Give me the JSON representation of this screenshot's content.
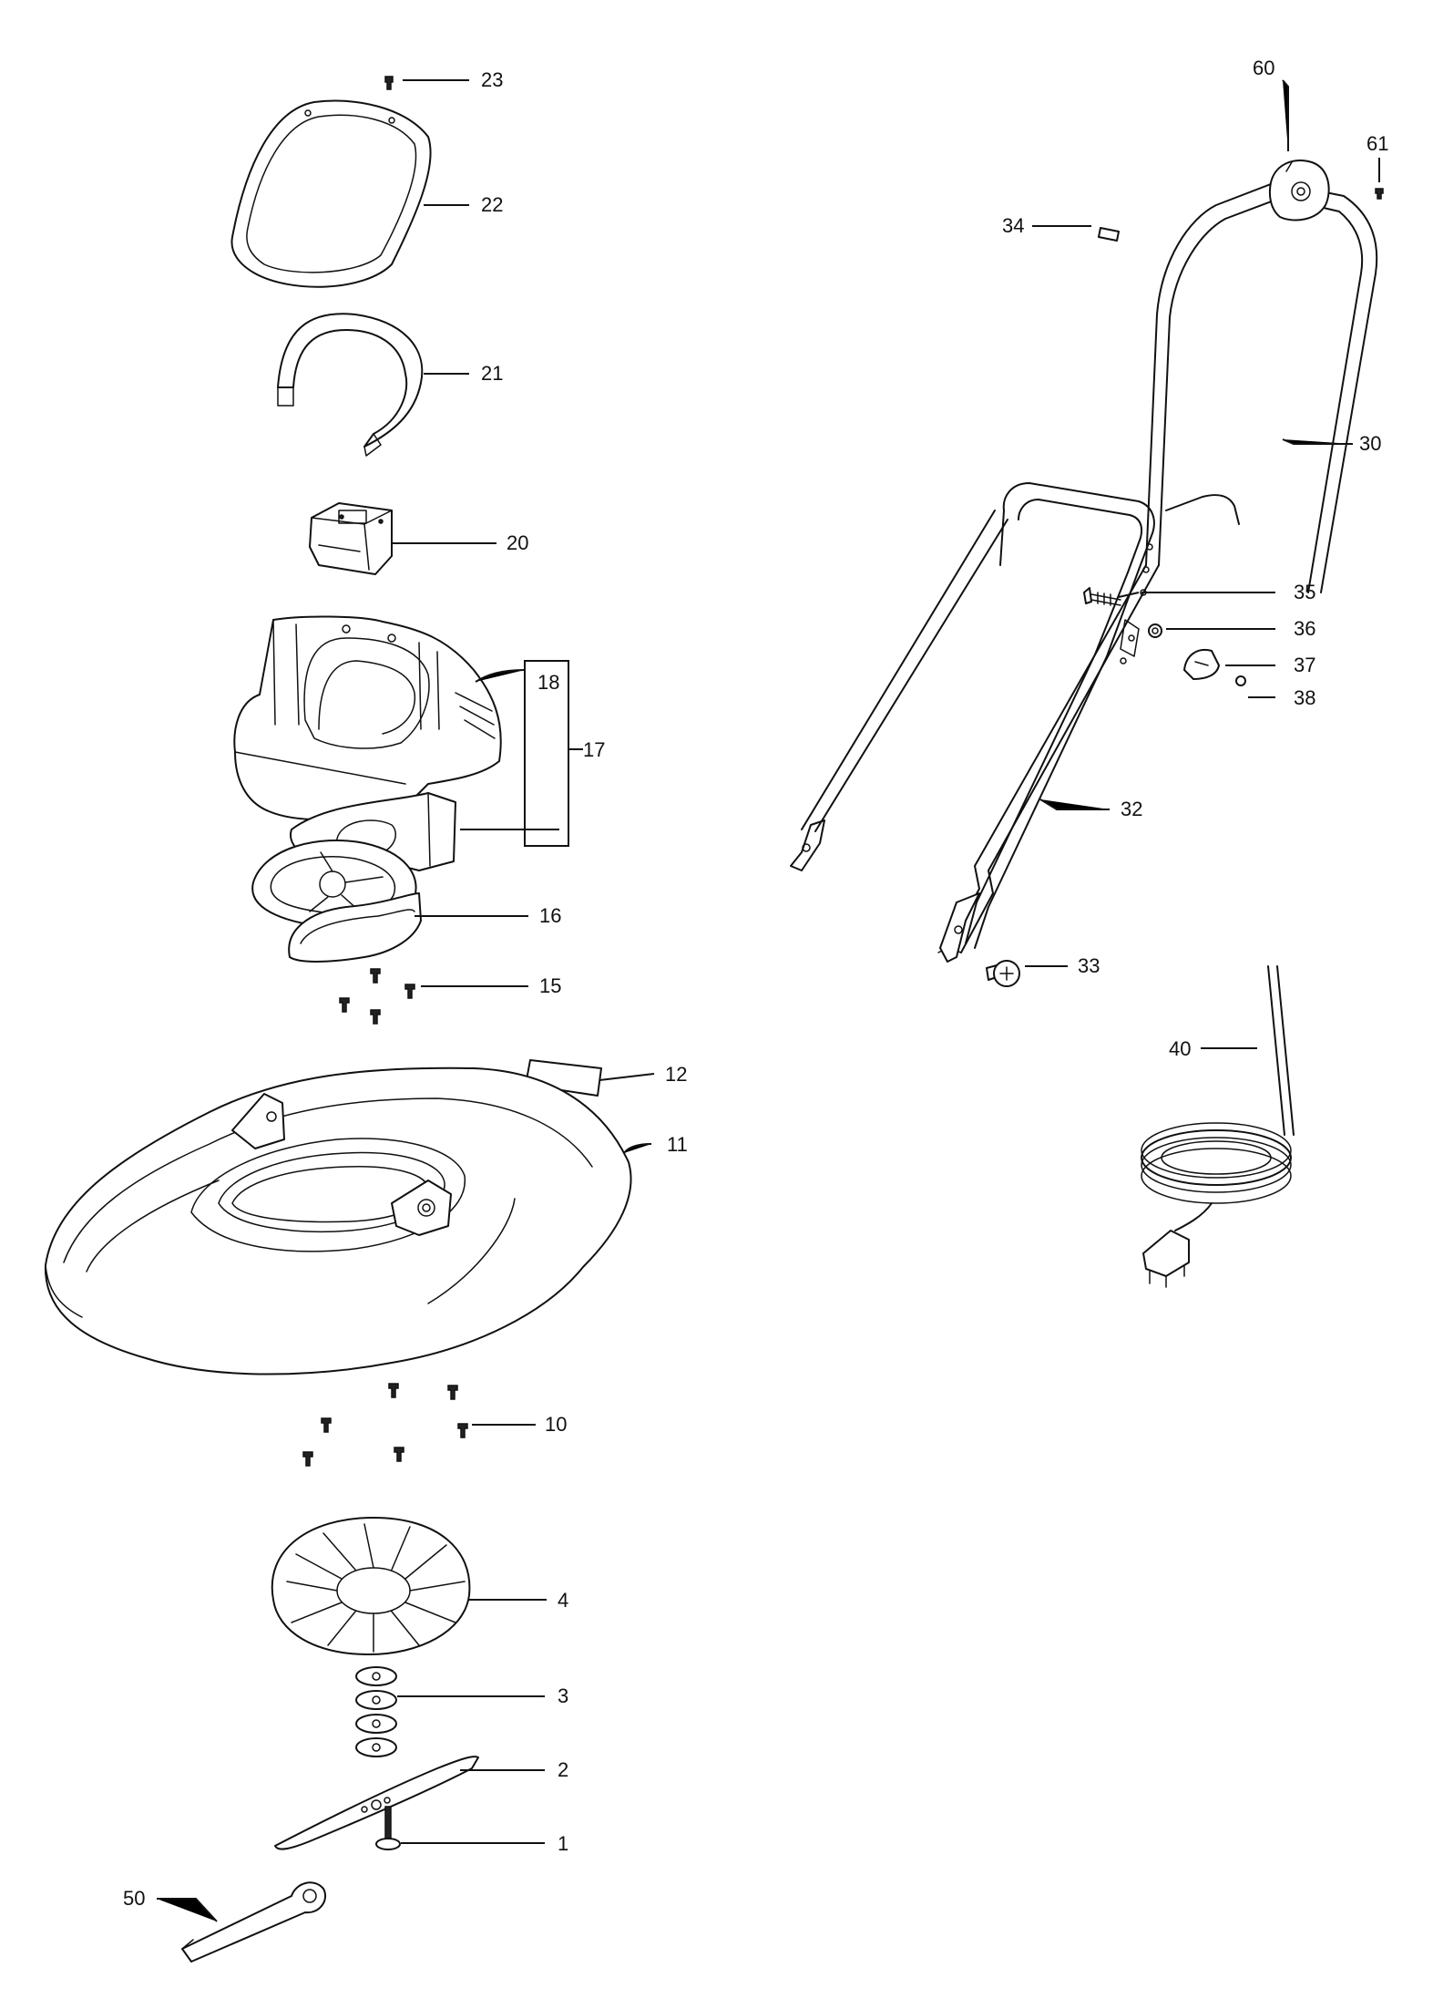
{
  "parts": [
    {
      "id": "p23",
      "label": "23"
    },
    {
      "id": "p22",
      "label": "22"
    },
    {
      "id": "p21",
      "label": "21"
    },
    {
      "id": "p20",
      "label": "20"
    },
    {
      "id": "p18",
      "label": "18"
    },
    {
      "id": "p17",
      "label": "17"
    },
    {
      "id": "p16",
      "label": "16"
    },
    {
      "id": "p15",
      "label": "15"
    },
    {
      "id": "p12",
      "label": "12"
    },
    {
      "id": "p11",
      "label": "11"
    },
    {
      "id": "p10",
      "label": "10"
    },
    {
      "id": "p4",
      "label": "4"
    },
    {
      "id": "p3",
      "label": "3"
    },
    {
      "id": "p2",
      "label": "2"
    },
    {
      "id": "p1",
      "label": "1"
    },
    {
      "id": "p50",
      "label": "50"
    },
    {
      "id": "p60",
      "label": "60"
    },
    {
      "id": "p61",
      "label": "61"
    },
    {
      "id": "p34",
      "label": "34"
    },
    {
      "id": "p30",
      "label": "30"
    },
    {
      "id": "p35",
      "label": "35"
    },
    {
      "id": "p36",
      "label": "36"
    },
    {
      "id": "p37",
      "label": "37"
    },
    {
      "id": "p38",
      "label": "38"
    },
    {
      "id": "p32",
      "label": "32"
    },
    {
      "id": "p33",
      "label": "33"
    },
    {
      "id": "p40",
      "label": "40"
    }
  ]
}
